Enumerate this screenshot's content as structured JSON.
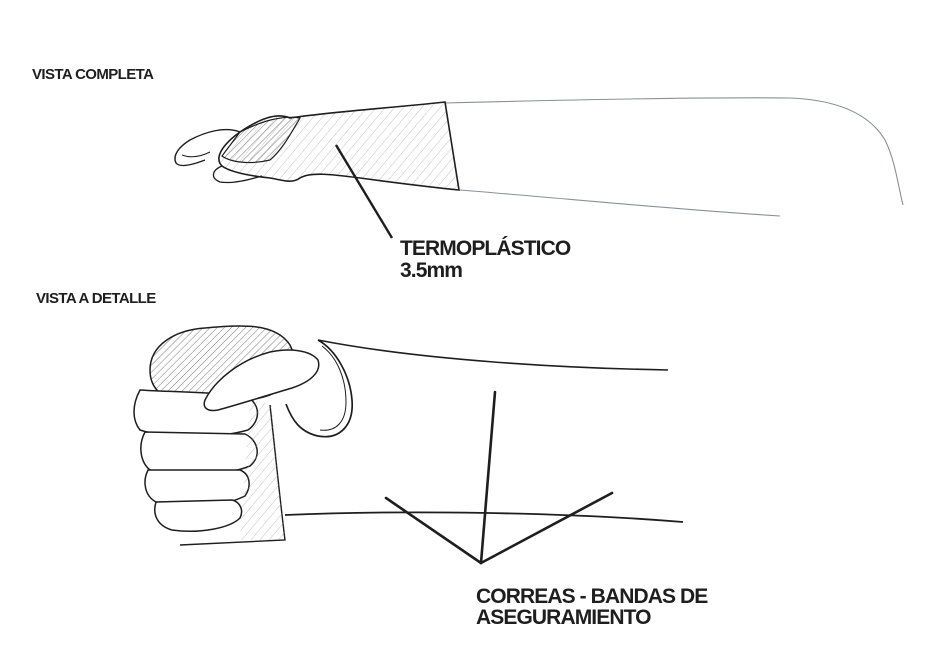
{
  "sections": {
    "full_view_title": "VISTA COMPLETA",
    "detail_view_title": "VISTA A DETALLE"
  },
  "callouts": {
    "material_line1": "TERMOPLÁSTICO",
    "material_line2": "3.5mm",
    "straps_line1": "CORREAS - BANDAS DE",
    "straps_line2": "ASEGURAMIENTO"
  },
  "colors": {
    "ink": "#1e1e1e",
    "paper": "#ffffff",
    "pencil_light": "#8a8f99"
  }
}
